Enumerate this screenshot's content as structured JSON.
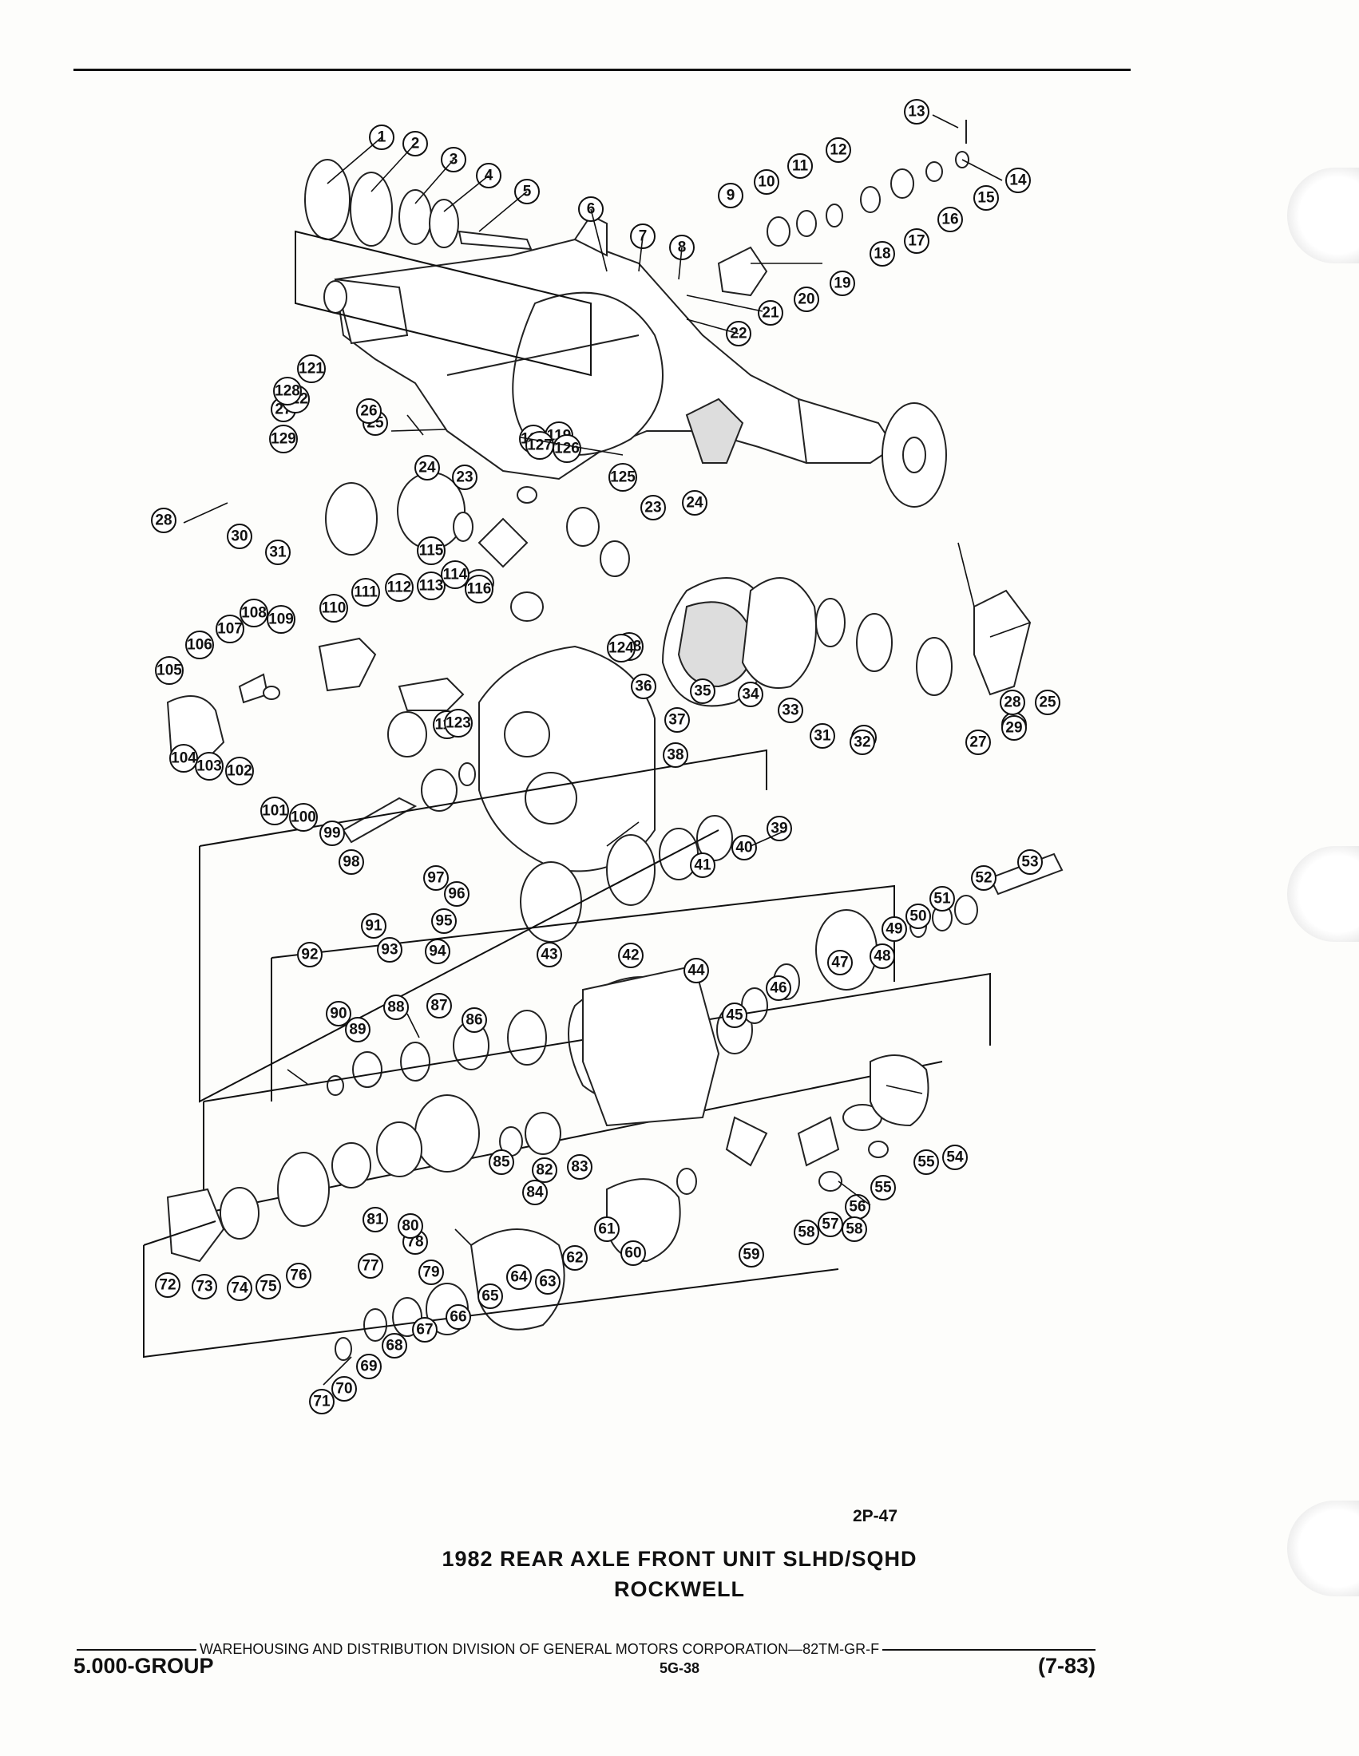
{
  "figure_code": "2P-47",
  "title": {
    "line1": "1982 REAR AXLE FRONT UNIT SLHD/SQHD",
    "line2": "ROCKWELL"
  },
  "footer": {
    "publisher_line": "WAREHOUSING AND DISTRIBUTION  DIVISION OF GENERAL MOTORS CORPORATION—82TM-GR-F",
    "group": "5.000-GROUP",
    "page": "5G-38",
    "date": "(7-83)"
  },
  "callouts": [
    "1",
    "2",
    "3",
    "4",
    "5",
    "6",
    "7",
    "8",
    "9",
    "10",
    "11",
    "12",
    "13",
    "14",
    "15",
    "16",
    "17",
    "18",
    "19",
    "20",
    "21",
    "22",
    "23",
    "23",
    "24",
    "24",
    "25",
    "25",
    "26",
    "26",
    "27",
    "27",
    "28",
    "28",
    "29",
    "30",
    "30",
    "31",
    "31",
    "32",
    "33",
    "34",
    "35",
    "36",
    "37",
    "38",
    "39",
    "40",
    "41",
    "42",
    "43",
    "44",
    "45",
    "46",
    "47",
    "48",
    "49",
    "50",
    "51",
    "52",
    "53",
    "54",
    "55",
    "55",
    "56",
    "57",
    "58",
    "58",
    "59",
    "60",
    "61",
    "62",
    "63",
    "64",
    "65",
    "66",
    "67",
    "68",
    "69",
    "70",
    "71",
    "72",
    "73",
    "74",
    "75",
    "76",
    "77",
    "78",
    "79",
    "80",
    "81",
    "82",
    "83",
    "84",
    "85",
    "86",
    "87",
    "88",
    "89",
    "90",
    "91",
    "92",
    "93",
    "94",
    "95",
    "96",
    "97",
    "98",
    "99",
    "100",
    "101",
    "102",
    "103",
    "104",
    "105",
    "106",
    "107",
    "108",
    "109",
    "110",
    "111",
    "112",
    "113",
    "114",
    "115",
    "116",
    "117",
    "118",
    "119",
    "120",
    "121",
    "122",
    "123",
    "124",
    "125",
    "126",
    "127",
    "128",
    "129"
  ],
  "colors": {
    "ink": "#111111",
    "paper": "#fdfdfb"
  }
}
